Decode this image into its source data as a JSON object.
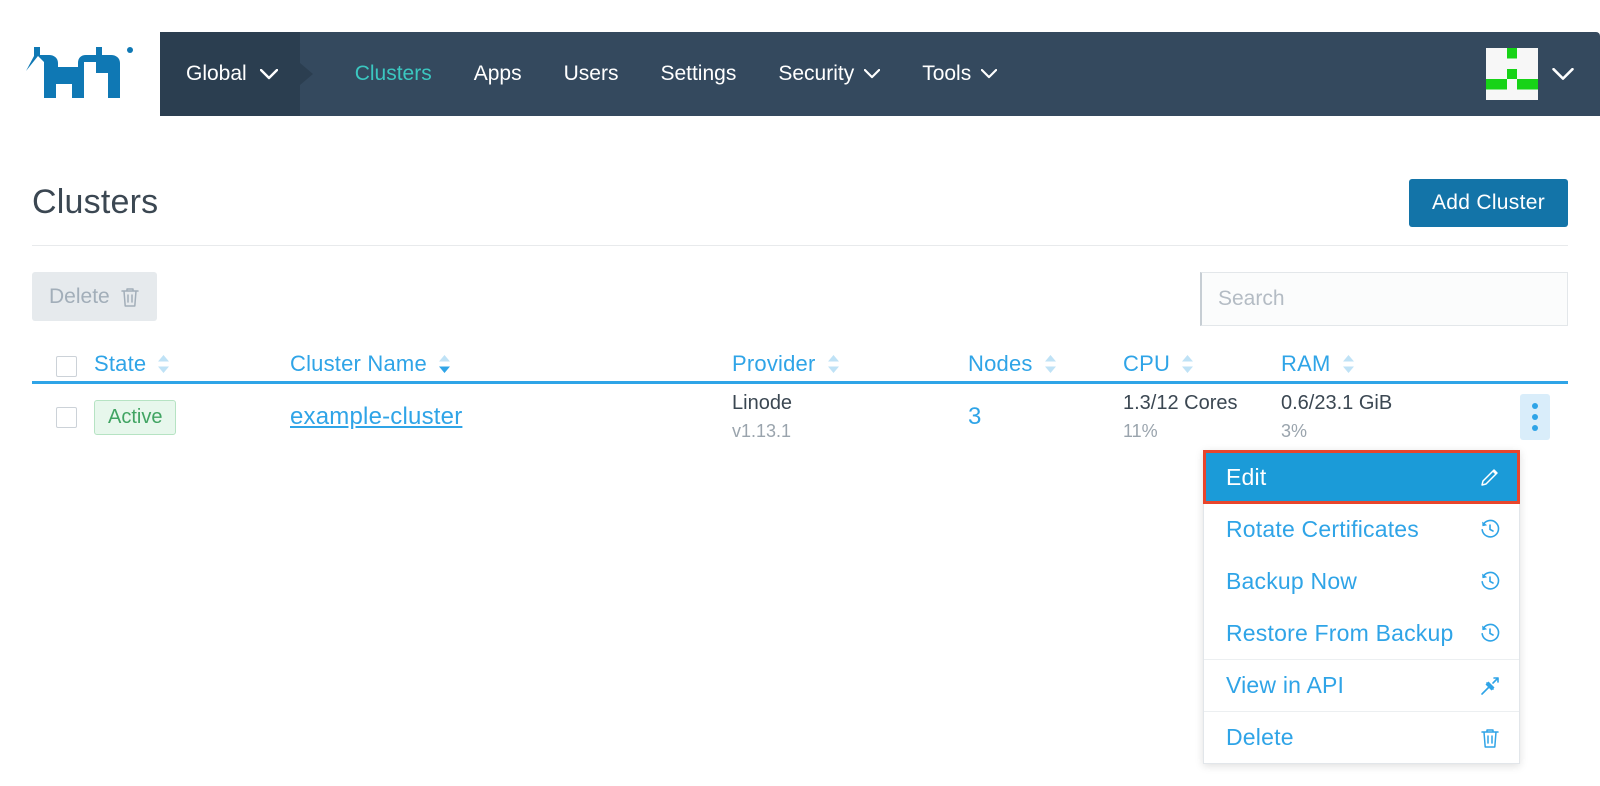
{
  "brand": {
    "logo_name": "rancher-bull-logo",
    "logo_color": "#0f78b4"
  },
  "nav": {
    "scope": {
      "label": "Global",
      "icon": "chevron-down-icon"
    },
    "items": [
      {
        "label": "Clusters",
        "active": true,
        "caret": false
      },
      {
        "label": "Apps",
        "active": false,
        "caret": false
      },
      {
        "label": "Users",
        "active": false,
        "caret": false
      },
      {
        "label": "Settings",
        "active": false,
        "caret": false
      },
      {
        "label": "Security",
        "active": false,
        "caret": true
      },
      {
        "label": "Tools",
        "active": false,
        "caret": true
      }
    ],
    "user": {
      "avatar_name": "user-avatar-identicon",
      "caret": "chevron-down-icon"
    },
    "bg_color": "#34495e",
    "scope_bg_color": "#2b3e50",
    "active_color": "#3bc7c0"
  },
  "page": {
    "title": "Clusters",
    "add_button": {
      "label": "Add Cluster",
      "color": "#1374a8"
    }
  },
  "toolbar": {
    "delete_label": "Delete",
    "delete_icon": "trash-icon",
    "search": {
      "value": "",
      "placeholder": "Search"
    }
  },
  "table": {
    "accent_color": "#2fa4e7",
    "columns": [
      {
        "key": "select",
        "label": "",
        "sortable": false
      },
      {
        "key": "state",
        "label": "State",
        "sortable": true,
        "sorted": false
      },
      {
        "key": "name",
        "label": "Cluster Name",
        "sortable": true,
        "sorted": true,
        "direction": "asc"
      },
      {
        "key": "provider",
        "label": "Provider",
        "sortable": true,
        "sorted": false
      },
      {
        "key": "nodes",
        "label": "Nodes",
        "sortable": true,
        "sorted": false
      },
      {
        "key": "cpu",
        "label": "CPU",
        "sortable": true,
        "sorted": false
      },
      {
        "key": "ram",
        "label": "RAM",
        "sortable": true,
        "sorted": false
      }
    ],
    "rows": [
      {
        "selected": false,
        "state": "Active",
        "name": "example-cluster",
        "provider": "Linode",
        "provider_version": "v1.13.1",
        "nodes": "3",
        "cpu": "1.3/12 Cores",
        "cpu_percent": "11%",
        "ram": "0.6/23.1 GiB",
        "ram_percent": "3%",
        "actions_icon": "kebab-menu-icon"
      }
    ]
  },
  "action_menu": {
    "highlight_color": "#1b9bd8",
    "annotation_color": "#e8452c",
    "items": [
      {
        "label": "Edit",
        "icon": "pencil-icon",
        "highlighted": true,
        "separator_above": false
      },
      {
        "label": "Rotate Certificates",
        "icon": "history-icon",
        "highlighted": false,
        "separator_above": false
      },
      {
        "label": "Backup Now",
        "icon": "history-icon",
        "highlighted": false,
        "separator_above": false
      },
      {
        "label": "Restore From Backup",
        "icon": "history-icon",
        "highlighted": false,
        "separator_above": false
      },
      {
        "label": "View in API",
        "icon": "external-link-icon",
        "highlighted": false,
        "separator_above": true
      },
      {
        "label": "Delete",
        "icon": "trash-icon",
        "highlighted": false,
        "separator_above": true
      }
    ]
  }
}
